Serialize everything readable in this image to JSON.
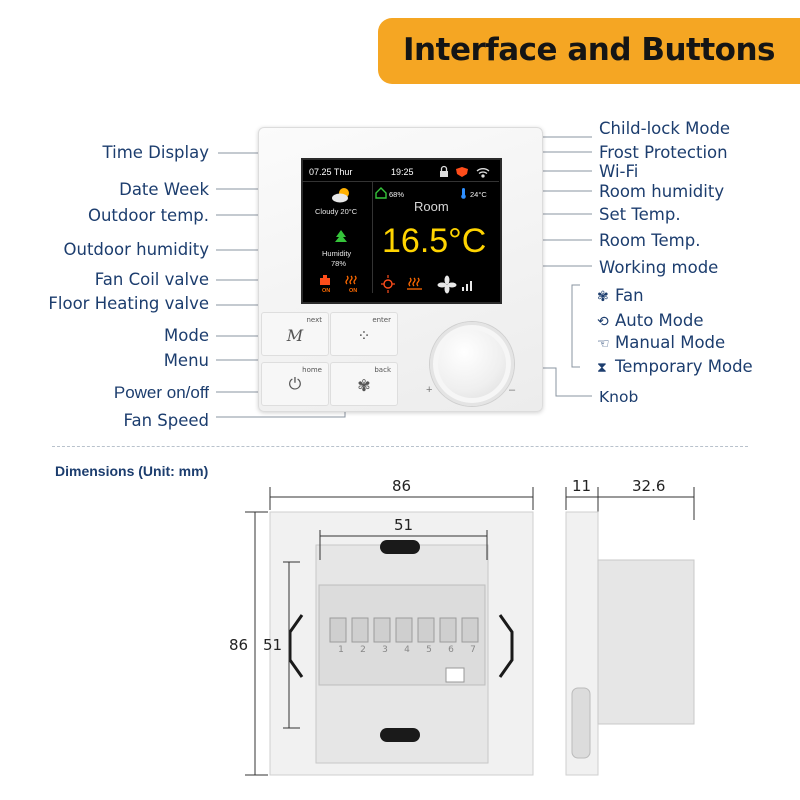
{
  "banner": {
    "title": "Interface and Buttons"
  },
  "left_labels": {
    "time_display": "Time Display",
    "date_week": "Date Week",
    "outdoor_temp": "Outdoor temp.",
    "outdoor_humidity": "Outdoor humidity",
    "fan_coil_valve": "Fan  Coil valve",
    "floor_heating_valve": "Floor Heating valve",
    "mode": "Mode",
    "menu": "Menu",
    "power": "Power on/off",
    "fan_speed": "Fan Speed"
  },
  "right_labels": {
    "child_lock": "Child-lock Mode",
    "frost_protection": "Frost Protection",
    "wifi": "Wi-Fi",
    "room_humidity": "Room humidity",
    "set_temp": "Set Temp.",
    "room_temp": "Room Temp.",
    "working_mode": "Working mode",
    "knob": "Knob"
  },
  "working_modes": [
    {
      "icon": "fan-icon",
      "glyph": "✾",
      "label": "Fan"
    },
    {
      "icon": "auto-mode-icon",
      "glyph": "⟲",
      "label": "Auto  Mode"
    },
    {
      "icon": "manual-mode-icon",
      "glyph": "☜",
      "label": "Manual  Mode"
    },
    {
      "icon": "hourglass-icon",
      "glyph": "⧗",
      "label": "Temporary Mode"
    }
  ],
  "screen": {
    "date": "07.25 Thur",
    "time": "19:25",
    "outdoor_weather": "Cloudy 20°C",
    "outdoor_humidity_label": "Humidity",
    "outdoor_humidity_value": "78%",
    "room_humidity": "68%",
    "set_temp": "24°C",
    "room_label": "Room",
    "room_temp": "16.5°C",
    "fan_coil_state": "ON",
    "floor_heating_state": "ON"
  },
  "buttons": {
    "mode": {
      "caption": "next",
      "glyph": "M"
    },
    "menu": {
      "caption": "enter",
      "glyph": "⁘"
    },
    "power": {
      "caption": "home",
      "glyph": "⏻"
    },
    "fan": {
      "caption": "back",
      "glyph": "✾"
    }
  },
  "knob": {
    "plus": "+",
    "minus": "–"
  },
  "dimensions": {
    "title": "Dimensions (Unit: mm)",
    "width": "86",
    "inner_width": "51",
    "height": "86",
    "inner_height": "51",
    "depth_front": "11",
    "depth_back": "32.6",
    "terminals": [
      "1",
      "2",
      "3",
      "4",
      "5",
      "6",
      "7"
    ]
  },
  "colors": {
    "banner": "#f5a623",
    "label_text": "#1c3d6e",
    "temp_yellow": "#ffd400",
    "screen_bg": "#000000",
    "accent_orange": "#ff6a00"
  }
}
